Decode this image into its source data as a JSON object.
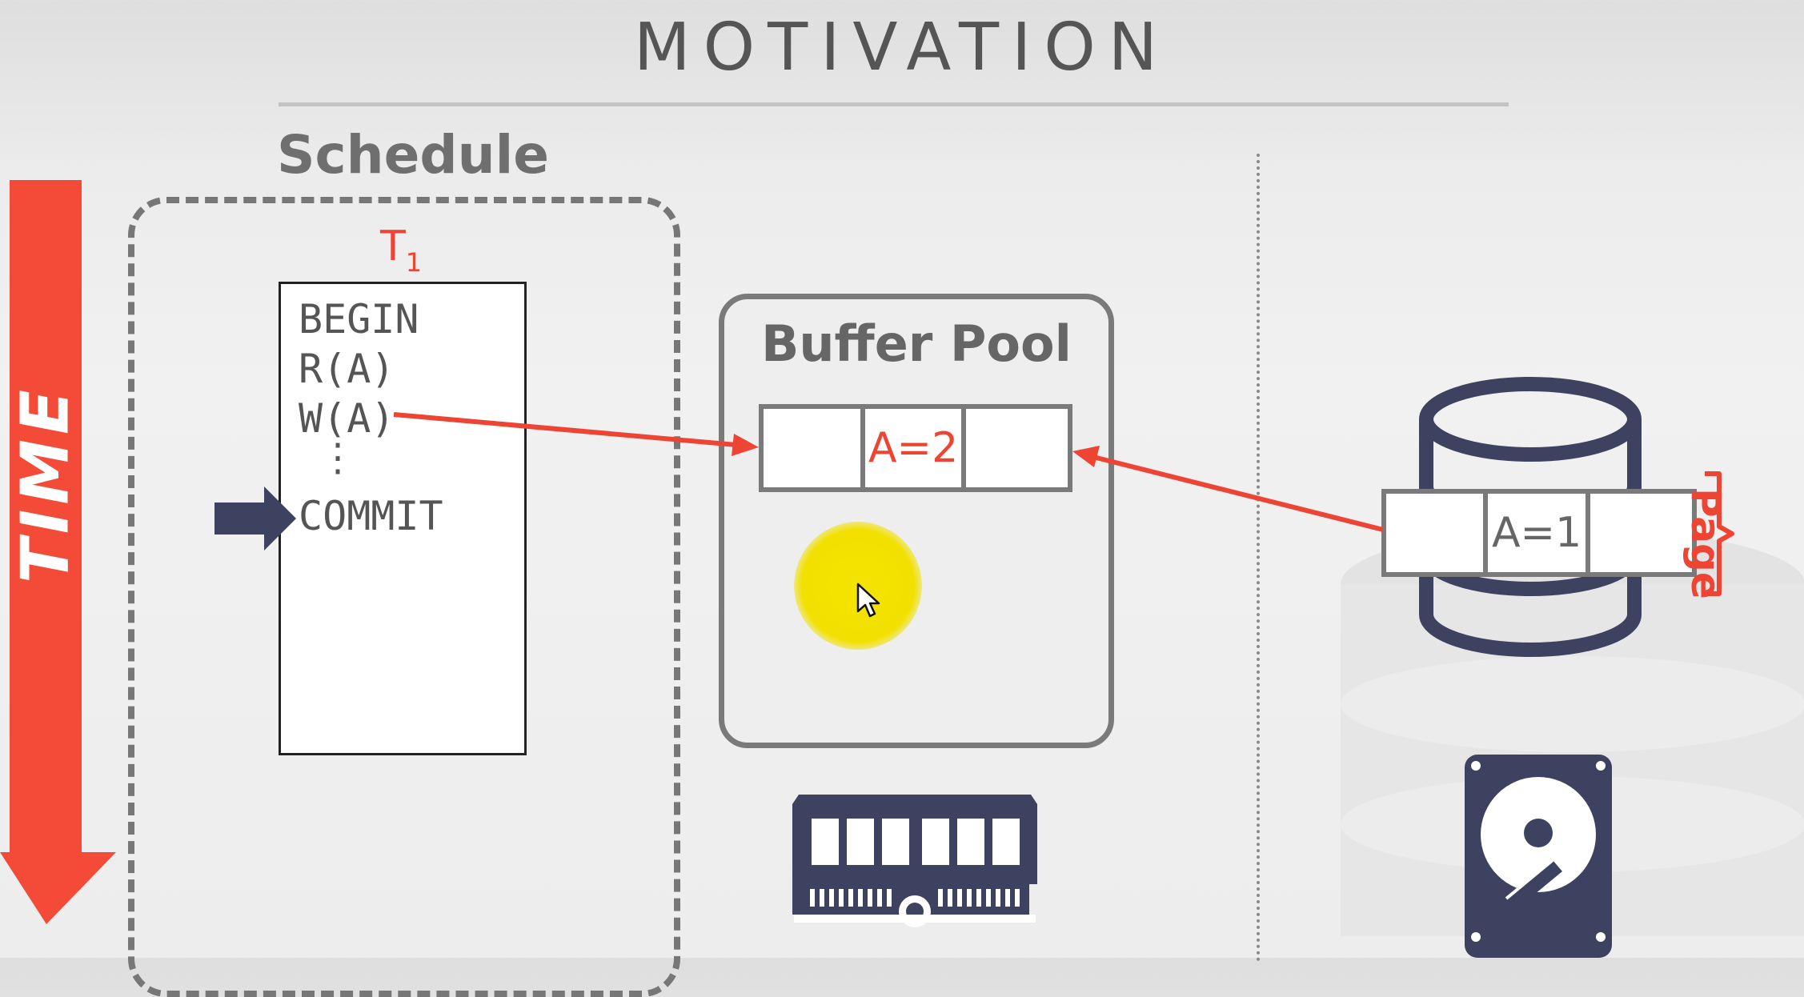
{
  "slide": {
    "title": "MOTIVATION"
  },
  "schedule": {
    "label": "Schedule",
    "transaction": {
      "name": "T",
      "subscript": "1"
    },
    "operations": [
      "BEGIN",
      "R(A)",
      "W(A)",
      "⋮",
      "COMMIT"
    ],
    "current_step": "COMMIT"
  },
  "time_axis": {
    "label": "TIME",
    "color": "#F44B38"
  },
  "buffer_pool": {
    "title": "Buffer Pool",
    "slots": [
      "",
      "A=2",
      ""
    ],
    "icon": "ram-icon"
  },
  "disk": {
    "slots": [
      "",
      "A=1",
      ""
    ],
    "page_label": "Page",
    "icons": [
      "database-icon",
      "hard-drive-icon"
    ]
  },
  "colors": {
    "accent": "#EE4433",
    "navy": "#3D4260",
    "gray": "#777777",
    "highlight": "#F2E000"
  }
}
